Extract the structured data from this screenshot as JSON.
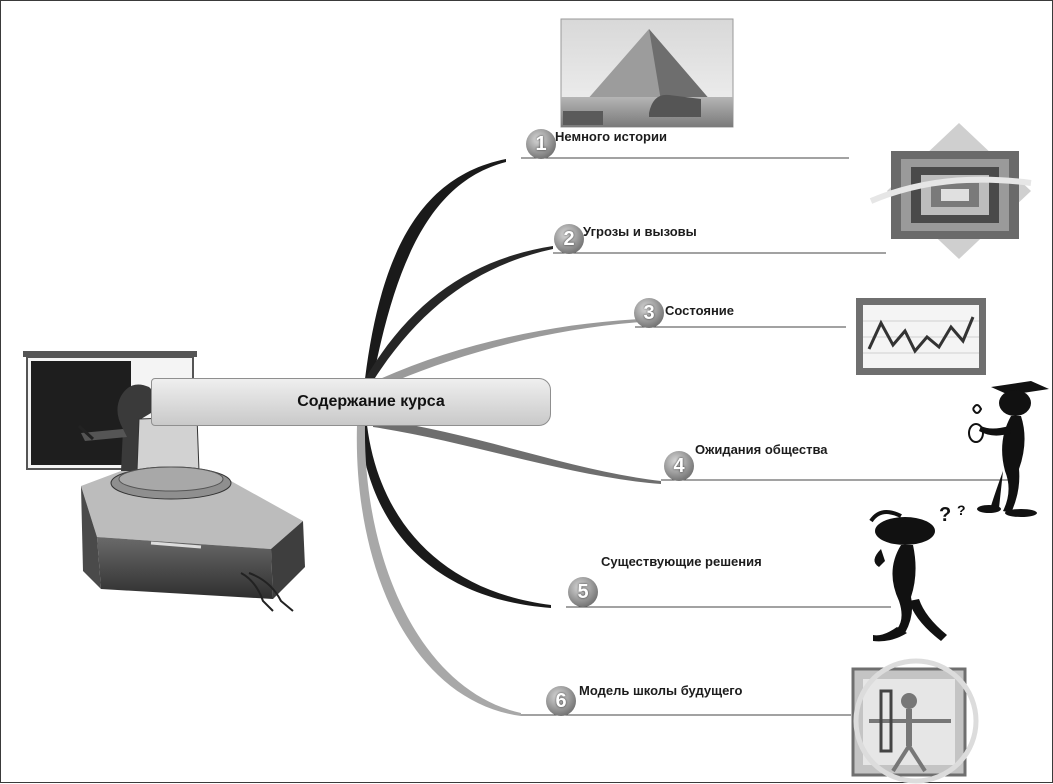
{
  "center": {
    "label": "Содержание курса"
  },
  "topics": [
    {
      "number": "1",
      "label": "Немного истории",
      "icon": "pyramid-sphinx-photo"
    },
    {
      "number": "2",
      "label": "Угрозы и вызовы",
      "icon": "concentric-frames-icon"
    },
    {
      "number": "3",
      "label": "Состояние",
      "icon": "line-chart-icon"
    },
    {
      "number": "4",
      "label": "Ожидания общества",
      "icon": "graduate-figure-icon"
    },
    {
      "number": "5",
      "label": "Существующие решения",
      "icon": "thinking-figure-icon"
    },
    {
      "number": "6",
      "label": "Модель школы будущего",
      "icon": "vitruvian-man-icon"
    }
  ],
  "colors": {
    "branch_dark": "#1a1a1a",
    "branch_mid": "#6e6e6e",
    "branch_light": "#a8a8a8",
    "node_fill": "#d6d6d6"
  }
}
